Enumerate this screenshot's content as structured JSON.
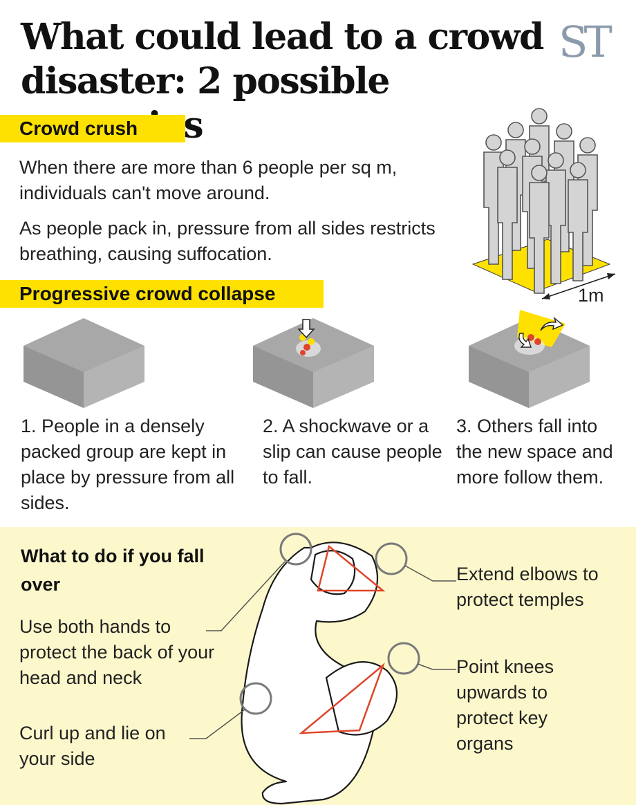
{
  "title": "What could lead to a crowd disaster: 2 possible scenarios",
  "logo": "ST",
  "crush": {
    "heading": "Crowd crush",
    "para1": "When there are more than 6 people per sq m, individuals can't move around.",
    "para2": "As people pack in, pressure from all sides restricts breathing, causing suffocation.",
    "scale_label": "1m"
  },
  "collapse": {
    "heading": "Progressive crowd collapse",
    "steps": [
      "1. People in a densely packed group are kept in place by pressure from all sides.",
      "2. A shockwave or a slip can cause people to fall.",
      "3. Others fall into the new space and more follow them."
    ]
  },
  "tips": {
    "heading": "What to do if you fall over",
    "hands": "Use both hands to protect the back of your head and neck",
    "curl": "Curl up and lie on your side",
    "elbows": "Extend elbows to protect temples",
    "knees": "Point knees upwards to protect key organs"
  },
  "colors": {
    "highlight": "#ffe100",
    "panel": "#fcf8cc",
    "accent_red": "#e0452b",
    "crowd_grey": "#a8a8a8"
  }
}
